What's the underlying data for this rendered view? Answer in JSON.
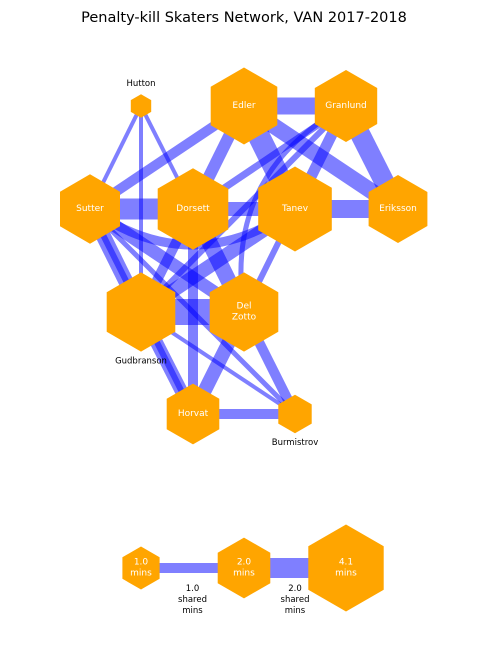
{
  "title": "Penalty-kill Skaters Network, VAN 2017-2018",
  "colors": {
    "node": "#ffa500",
    "edge": "#0000ff",
    "inner_label": "#ffffff",
    "outer_label": "#000000"
  },
  "nodes": [
    {
      "id": "hutton",
      "label": "Hutton",
      "minutes": 0.3,
      "label_position": "above"
    },
    {
      "id": "edler",
      "label": "Edler",
      "minutes": 3.2,
      "label_position": "inside"
    },
    {
      "id": "granlund",
      "label": "Granlund",
      "minutes": 2.8,
      "label_position": "inside"
    },
    {
      "id": "sutter",
      "label": "Sutter",
      "minutes": 2.6,
      "label_position": "inside"
    },
    {
      "id": "dorsett",
      "label": "Dorsett",
      "minutes": 3.6,
      "label_position": "inside"
    },
    {
      "id": "tanev",
      "label": "Tanev",
      "minutes": 3.9,
      "label_position": "inside"
    },
    {
      "id": "eriksson",
      "label": "Eriksson",
      "minutes": 2.5,
      "label_position": "inside"
    },
    {
      "id": "gudbranson",
      "label": "Gudbranson",
      "minutes": 3.4,
      "label_position": "below"
    },
    {
      "id": "delzotto",
      "label": "Del\nZotto",
      "minutes": 3.4,
      "label_position": "inside"
    },
    {
      "id": "horvat",
      "label": "Horvat",
      "minutes": 2.0,
      "label_position": "inside"
    },
    {
      "id": "burmistrov",
      "label": "Burmistrov",
      "minutes": 0.8,
      "label_position": "below"
    }
  ],
  "edges": [
    {
      "source": "hutton",
      "target": "sutter",
      "shared": 0.4
    },
    {
      "source": "hutton",
      "target": "dorsett",
      "shared": 0.4
    },
    {
      "source": "hutton",
      "target": "gudbranson",
      "shared": 0.4
    },
    {
      "source": "edler",
      "target": "granlund",
      "shared": 1.7
    },
    {
      "source": "edler",
      "target": "sutter",
      "shared": 1.0
    },
    {
      "source": "edler",
      "target": "dorsett",
      "shared": 1.2
    },
    {
      "source": "edler",
      "target": "tanev",
      "shared": 2.2
    },
    {
      "source": "edler",
      "target": "eriksson",
      "shared": 1.6
    },
    {
      "source": "granlund",
      "target": "eriksson",
      "shared": 2.0
    },
    {
      "source": "granlund",
      "target": "tanev",
      "shared": 1.1
    },
    {
      "source": "granlund",
      "target": "dorsett",
      "shared": 0.7
    },
    {
      "source": "granlund",
      "target": "gudbranson",
      "shared": 0.6
    },
    {
      "source": "granlund",
      "target": "delzotto",
      "shared": 0.5,
      "curve": 1
    },
    {
      "source": "sutter",
      "target": "dorsett",
      "shared": 2.1
    },
    {
      "source": "sutter",
      "target": "gudbranson",
      "shared": 1.5
    },
    {
      "source": "sutter",
      "target": "delzotto",
      "shared": 1.3
    },
    {
      "source": "sutter",
      "target": "horvat",
      "shared": 0.6
    },
    {
      "source": "sutter",
      "target": "burmistrov",
      "shared": 0.5
    },
    {
      "source": "sutter",
      "target": "tanev",
      "shared": 0.9,
      "curve": 1
    },
    {
      "source": "dorsett",
      "target": "tanev",
      "shared": 1.4
    },
    {
      "source": "dorsett",
      "target": "gudbranson",
      "shared": 1.0
    },
    {
      "source": "dorsett",
      "target": "delzotto",
      "shared": 1.6
    },
    {
      "source": "dorsett",
      "target": "horvat",
      "shared": 1.0
    },
    {
      "source": "tanev",
      "target": "eriksson",
      "shared": 1.8
    },
    {
      "source": "tanev",
      "target": "gudbranson",
      "shared": 1.4
    },
    {
      "source": "tanev",
      "target": "delzotto",
      "shared": 0.6
    },
    {
      "source": "gudbranson",
      "target": "delzotto",
      "shared": 2.6
    },
    {
      "source": "gudbranson",
      "target": "horvat",
      "shared": 1.3
    },
    {
      "source": "gudbranson",
      "target": "burmistrov",
      "shared": 0.4
    },
    {
      "source": "delzotto",
      "target": "horvat",
      "shared": 1.4
    },
    {
      "source": "delzotto",
      "target": "burmistrov",
      "shared": 1.0
    },
    {
      "source": "horvat",
      "target": "burmistrov",
      "shared": 1.0
    }
  ],
  "legend": {
    "nodes": [
      {
        "label": "1.0\nmins",
        "minutes": 1.0
      },
      {
        "label": "2.0\nmins",
        "minutes": 2.0
      },
      {
        "label": "4.1\nmins",
        "minutes": 4.1
      }
    ],
    "edges": [
      {
        "label": "1.0\nshared\nmins",
        "shared": 1.0
      },
      {
        "label": "2.0\nshared\nmins",
        "shared": 2.0
      }
    ]
  }
}
